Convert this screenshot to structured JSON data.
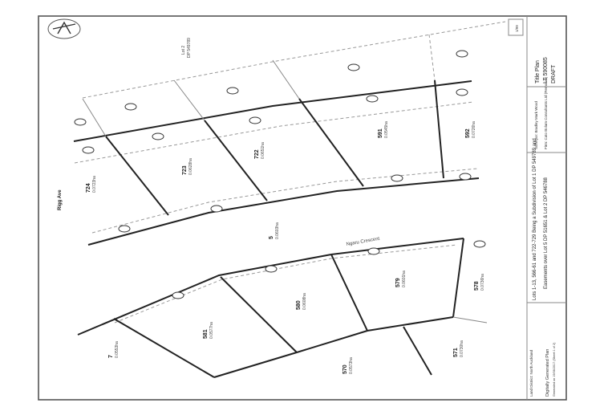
{
  "sheet": {
    "number": "1/99"
  },
  "title_block": {
    "plan_type": "Title Plan",
    "plan_number": "LT 590085",
    "status": "DRAFT",
    "description_line1": "Lots 1-13, 566-61 and 722-729 Being a Subdivision of Lot 1 DP 549789 and",
    "description_line2": "Easements over Lot 5 DP 51651 & Lot 2 DP 546788",
    "surveyor": "Surveyor: Bradley Mark Wood",
    "firm": "Firm: Cato Bolam Consultants Ltd (Remuera)",
    "land_district": "Land District: North Auckland",
    "generated": "Digitally Generated Plan",
    "generated_note": "Generated on 19/06/2017 (Sheet 1 of 2)"
  },
  "labels": {
    "lot2": "Lot 2",
    "lot2_dp": "DP 549789",
    "road_west": "Rigg Ave",
    "road_crescent": "Ngaru Crescent"
  },
  "lots": [
    {
      "id": "724",
      "area": "0.0723ha"
    },
    {
      "id": "723",
      "area": "0.0628ha"
    },
    {
      "id": "722",
      "area": "0.0651ha"
    },
    {
      "id": "591",
      "area": "0.0545ha"
    },
    {
      "id": "592",
      "area": "0.0726ha"
    },
    {
      "id": "581",
      "area": "0.0577ha"
    },
    {
      "id": "580",
      "area": "0.0608ha"
    },
    {
      "id": "579",
      "area": "0.0601ha"
    },
    {
      "id": "578",
      "area": "0.0736ha"
    },
    {
      "id": "570",
      "area": "0.0573ha"
    },
    {
      "id": "571",
      "area": "0.0730ha"
    },
    {
      "id": "5",
      "area": "0.0603ha"
    },
    {
      "id": "7",
      "area": "0.0553ha"
    }
  ],
  "north_arrow": "north-arrow-icon"
}
